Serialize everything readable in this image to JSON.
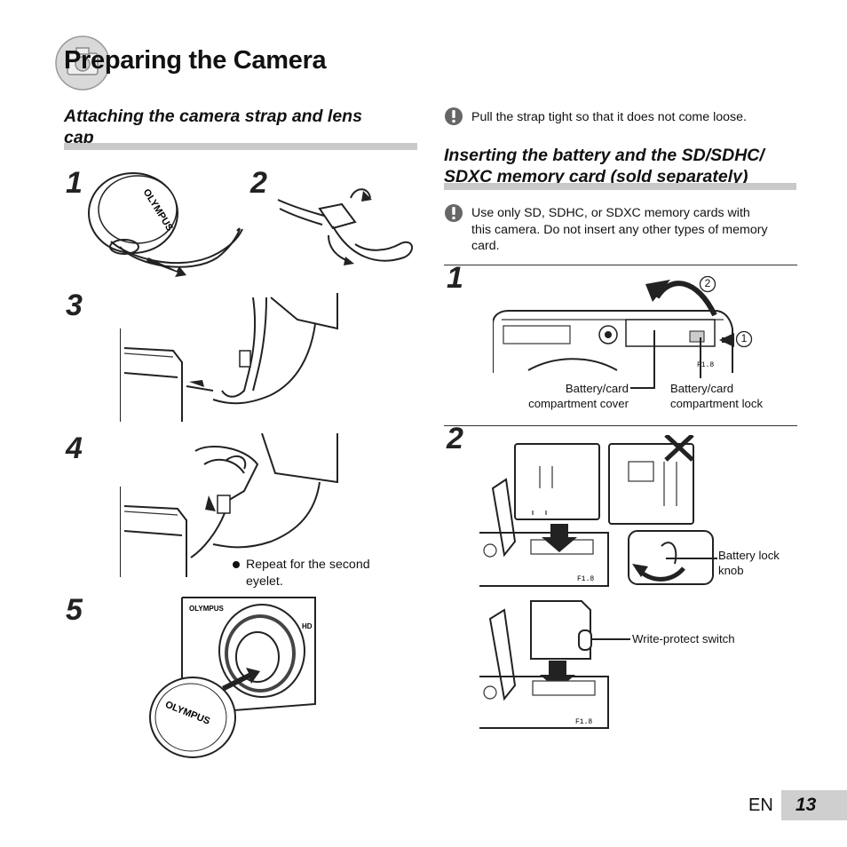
{
  "page": {
    "title": "Preparing the Camera",
    "language": "EN",
    "page_number": "13"
  },
  "left": {
    "heading": "Attaching the camera strap and lens cap",
    "heading_line1": "Attaching the camera strap and lens",
    "heading_line2": "cap",
    "steps": [
      "1",
      "2",
      "3",
      "4",
      "5"
    ],
    "lens_cap_brand": "OLYMPUS",
    "repeat_note": "Repeat for the second eyelet.",
    "repeat_note_line1": "Repeat for the second",
    "repeat_note_line2": "eyelet.",
    "camera_hd_mark": "HD"
  },
  "right": {
    "strap_note": "Pull the strap tight so that it does not come loose.",
    "heading_line1": "Inserting the battery and the SD/SDHC/",
    "heading_line2": "SDXC memory card (sold separately)",
    "card_note_line1": "Use only SD, SDHC, or SDXC memory cards with",
    "card_note_line2": "this camera. Do not insert any other types of memory",
    "card_note_line3": "card.",
    "steps": [
      "1",
      "2"
    ],
    "circle_1": "1",
    "circle_2": "2",
    "cover_label_line1": "Battery/card",
    "cover_label_line2": "compartment cover",
    "lock_label_line1": "Battery/card",
    "lock_label_line2": "compartment lock",
    "knob_label_line1": "Battery lock",
    "knob_label_line2": "knob",
    "switch_label": "Write-protect switch"
  }
}
